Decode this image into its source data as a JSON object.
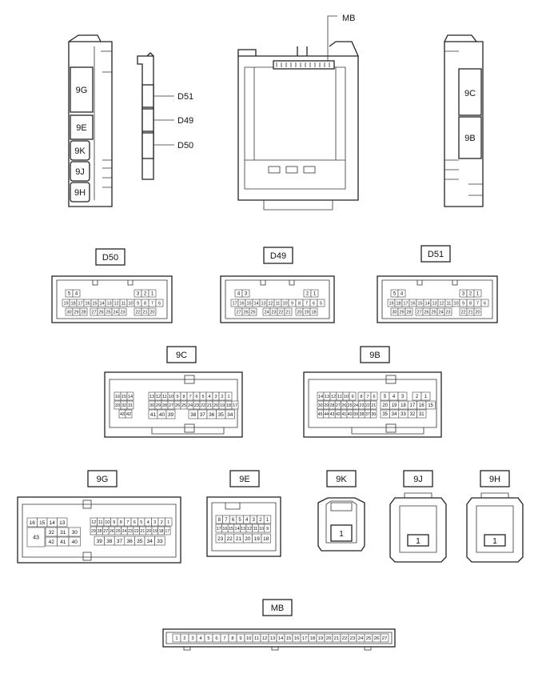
{
  "callouts": {
    "mb": "MB",
    "d51": "D51",
    "d49": "D49",
    "d50": "D50"
  },
  "left_unit_labels": [
    "9G",
    "9E",
    "9K",
    "9J",
    "9H"
  ],
  "right_unit_labels": [
    "9C",
    "9B"
  ],
  "connectors": {
    "d50": {
      "label": "D50",
      "row1": [
        "5",
        "4",
        "3",
        "2",
        "1"
      ],
      "row2": [
        "19",
        "18",
        "17",
        "16",
        "15",
        "14",
        "13",
        "12",
        "11",
        "10",
        "9",
        "8",
        "7",
        "6"
      ],
      "row3": [
        "30",
        "29",
        "28",
        "27",
        "26",
        "25",
        "24",
        "23",
        "22",
        "21",
        "20"
      ]
    },
    "d49": {
      "label": "D49",
      "row1": [
        "4",
        "3",
        "2",
        "1"
      ],
      "row2": [
        "17",
        "16",
        "15",
        "14",
        "13",
        "12",
        "11",
        "10",
        "9",
        "8",
        "7",
        "6",
        "5"
      ],
      "row3": [
        "27",
        "26",
        "25",
        "24",
        "23",
        "22",
        "21",
        "20",
        "19",
        "18"
      ]
    },
    "d51": {
      "label": "D51",
      "row1": [
        "5",
        "4",
        "3",
        "2",
        "1"
      ],
      "row2": [
        "19",
        "18",
        "17",
        "16",
        "15",
        "14",
        "13",
        "12",
        "11",
        "10",
        "9",
        "8",
        "7",
        "6"
      ],
      "row3": [
        "30",
        "29",
        "28",
        "27",
        "26",
        "25",
        "24",
        "23",
        "22",
        "21",
        "20"
      ]
    },
    "c9c": {
      "label": "9C",
      "a1": [
        "16",
        "15",
        "14"
      ],
      "a2": [
        "33",
        "32",
        "31"
      ],
      "a3": [
        "43",
        "42"
      ],
      "b1": [
        "13",
        "12",
        "11",
        "10",
        "9",
        "8",
        "7",
        "6",
        "5",
        "4",
        "3",
        "2",
        "1"
      ],
      "b2": [
        "30",
        "29",
        "28",
        "27",
        "26",
        "25",
        "24",
        "23",
        "22",
        "21",
        "20",
        "19",
        "18",
        "17"
      ],
      "b3": [
        "41",
        "40",
        "39",
        "38",
        "37",
        "36",
        "35",
        "34"
      ]
    },
    "c9b": {
      "label": "9B",
      "a1": [
        "14",
        "13",
        "12",
        "11",
        "10",
        "9",
        "8",
        "7",
        "6",
        "5",
        "4",
        "3",
        "2",
        "1"
      ],
      "a2": [
        "30",
        "29",
        "28",
        "27",
        "26",
        "25",
        "24",
        "23",
        "22",
        "21",
        "20",
        "19",
        "18",
        "17",
        "16",
        "15"
      ],
      "a3": [
        "45",
        "44",
        "43",
        "42",
        "41",
        "40",
        "39",
        "38",
        "37",
        "36",
        "35",
        "34",
        "33",
        "32",
        "31"
      ]
    },
    "c9g": {
      "label": "9G",
      "l1": [
        "16",
        "15",
        "14",
        "13"
      ],
      "l2": [
        "32",
        "31",
        "30"
      ],
      "l3": [
        "42",
        "41",
        "40"
      ],
      "big": "43",
      "m1": [
        "12",
        "11",
        "10",
        "9",
        "8",
        "7",
        "6",
        "5",
        "4",
        "3",
        "2",
        "1"
      ],
      "m2": [
        "29",
        "28",
        "27",
        "26",
        "25",
        "24",
        "23",
        "22",
        "21",
        "20",
        "19",
        "18",
        "17"
      ],
      "m3": [
        "39",
        "38",
        "37",
        "36",
        "35",
        "34",
        "33"
      ]
    },
    "c9e": {
      "label": "9E",
      "r1": [
        "8",
        "7",
        "6",
        "5",
        "4",
        "3",
        "2",
        "1"
      ],
      "r2": [
        "17",
        "16",
        "15",
        "14",
        "13",
        "12",
        "11",
        "10",
        "9"
      ],
      "r3": [
        "23",
        "22",
        "21",
        "20",
        "19",
        "18"
      ]
    },
    "c9k": {
      "label": "9K",
      "pin": "1"
    },
    "c9j": {
      "label": "9J",
      "pin": "1"
    },
    "c9h": {
      "label": "9H",
      "pin": "1"
    },
    "mb": {
      "label": "MB",
      "pins": [
        "1",
        "2",
        "3",
        "4",
        "5",
        "6",
        "7",
        "8",
        "9",
        "10",
        "11",
        "12",
        "13",
        "14",
        "15",
        "16",
        "17",
        "18",
        "19",
        "20",
        "21",
        "22",
        "23",
        "24",
        "25",
        "26",
        "27"
      ]
    }
  }
}
